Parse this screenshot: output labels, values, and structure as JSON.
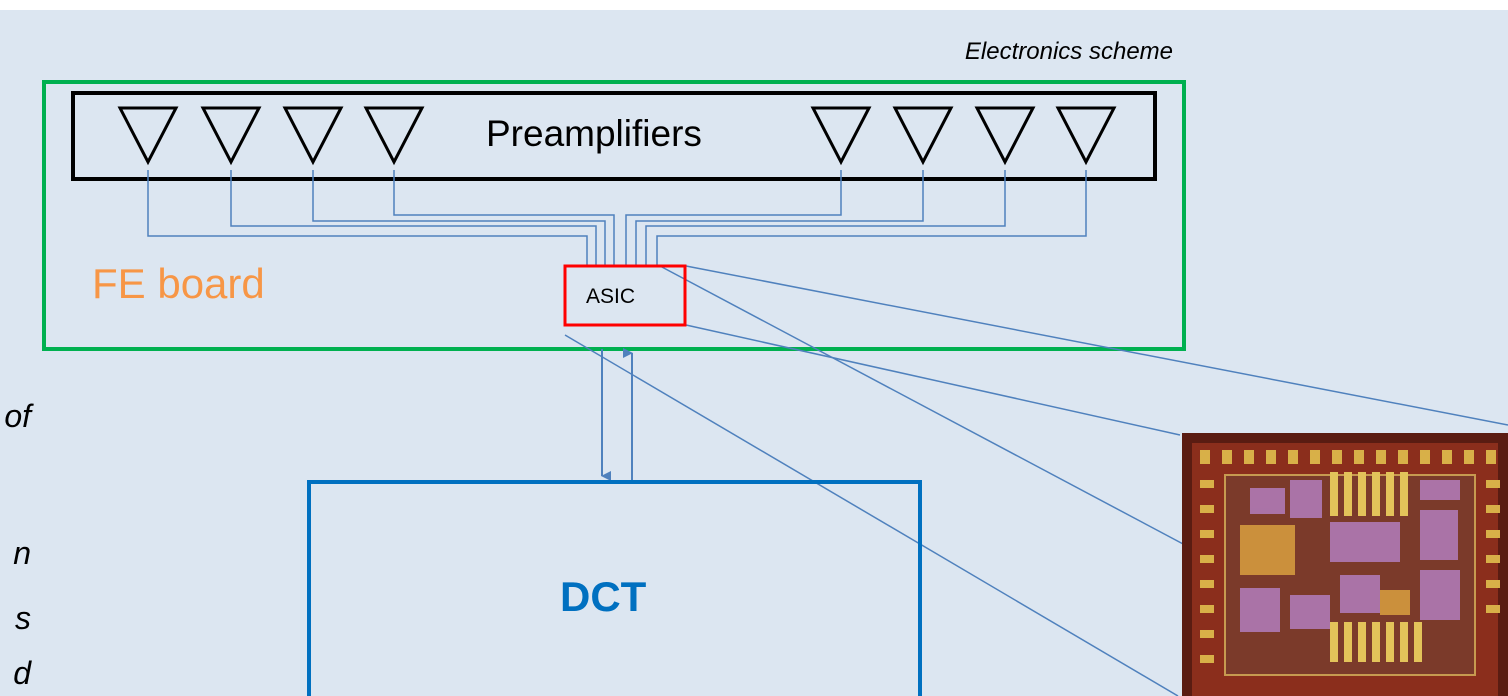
{
  "caption": "Electronics scheme",
  "preamplifiers_label": "Preamplifiers",
  "fe_board_label": "FE board",
  "asic_label": "ASIC",
  "dct_label": "DCT",
  "left_text_fragments": [
    "of",
    "n",
    "s",
    "d"
  ],
  "preamplifier_count": 8,
  "colors": {
    "background": "#dce6f1",
    "fe_board_border": "#00b050",
    "asic_border": "#ff0000",
    "dct_border": "#0070c0",
    "wires": "#4f81bd",
    "fe_label": "#f79646",
    "dct_label": "#0070c0"
  }
}
